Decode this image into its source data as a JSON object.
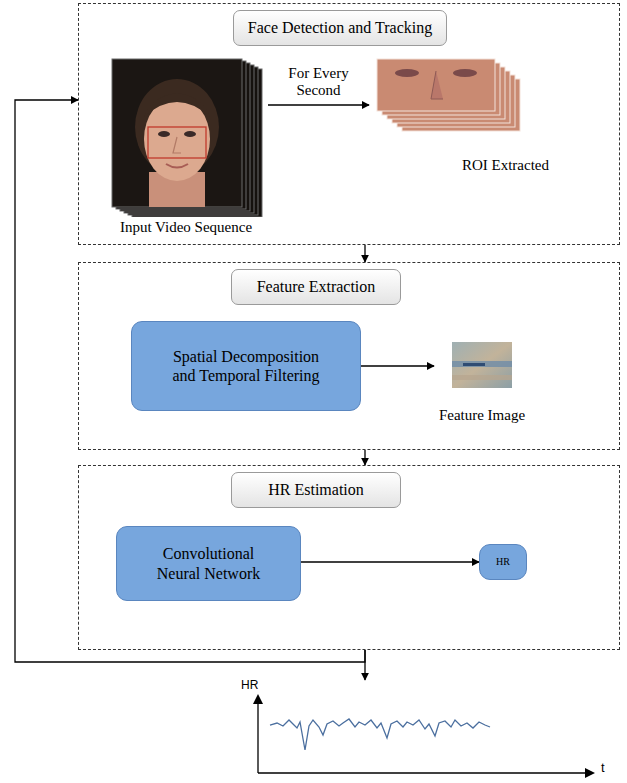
{
  "diagram": {
    "nodes": [
      {
        "text": [
          "Face Detection and Tracking"
        ]
      },
      {
        "text": [
          "Input Video Sequence"
        ],
        "in": 0
      },
      {
        "text": [
          "ROI Extracted"
        ],
        "in": 0
      },
      {
        "text": [
          "Feature Extraction"
        ]
      },
      {
        "text": [
          "Spatial Decomposition and Temporal Filtering"
        ],
        "in": 3
      },
      {
        "text": [
          "Feature Image"
        ],
        "in": 3
      },
      {
        "text": [
          "HR Estimation"
        ]
      },
      {
        "text": [
          "Convolutional Neural Network"
        ],
        "in": 6
      },
      {
        "text": [
          "HR"
        ],
        "in": 6
      },
      {
        "text": [
          "HR",
          "t"
        ]
      }
    ],
    "edges": [
      {
        "from": 1,
        "to": 2,
        "label": "For Every Second",
        "arrow": "to"
      },
      {
        "from": 4,
        "to": 5,
        "arrow": "to"
      },
      {
        "from": 7,
        "to": 8,
        "arrow": "to"
      },
      {
        "from": 0,
        "to": 3,
        "arrow": "to"
      },
      {
        "from": 3,
        "to": 6,
        "arrow": "to"
      },
      {
        "from": 6,
        "to": 9,
        "arrow": "to"
      },
      {
        "from": 6,
        "to": 0,
        "arrow": "to"
      }
    ]
  }
}
